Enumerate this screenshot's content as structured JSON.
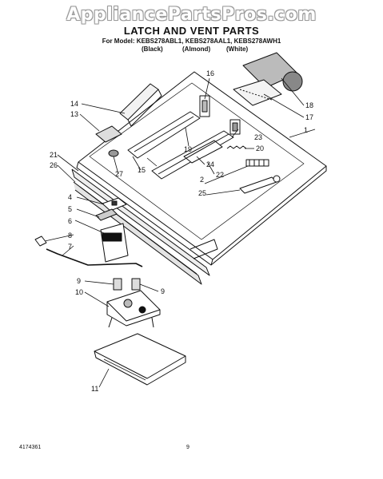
{
  "watermark": "AppliancePartsPros.com",
  "header": {
    "title": "LATCH AND VENT PARTS",
    "model_line": "For Model: KEBS278ABL1, KEBS278AAL1, KEBS278AWH1",
    "color_black": "(Black)",
    "color_almond": "(Almond)",
    "color_white": "(White)"
  },
  "callouts": [
    "1",
    "2",
    "4",
    "5",
    "6",
    "7",
    "8",
    "9",
    "9",
    "10",
    "11",
    "13",
    "14",
    "15",
    "16",
    "17",
    "18",
    "19",
    "20",
    "21",
    "22",
    "23",
    "24",
    "25",
    "26",
    "27"
  ],
  "footer": {
    "doc_number": "4174361",
    "page_number": "9"
  }
}
